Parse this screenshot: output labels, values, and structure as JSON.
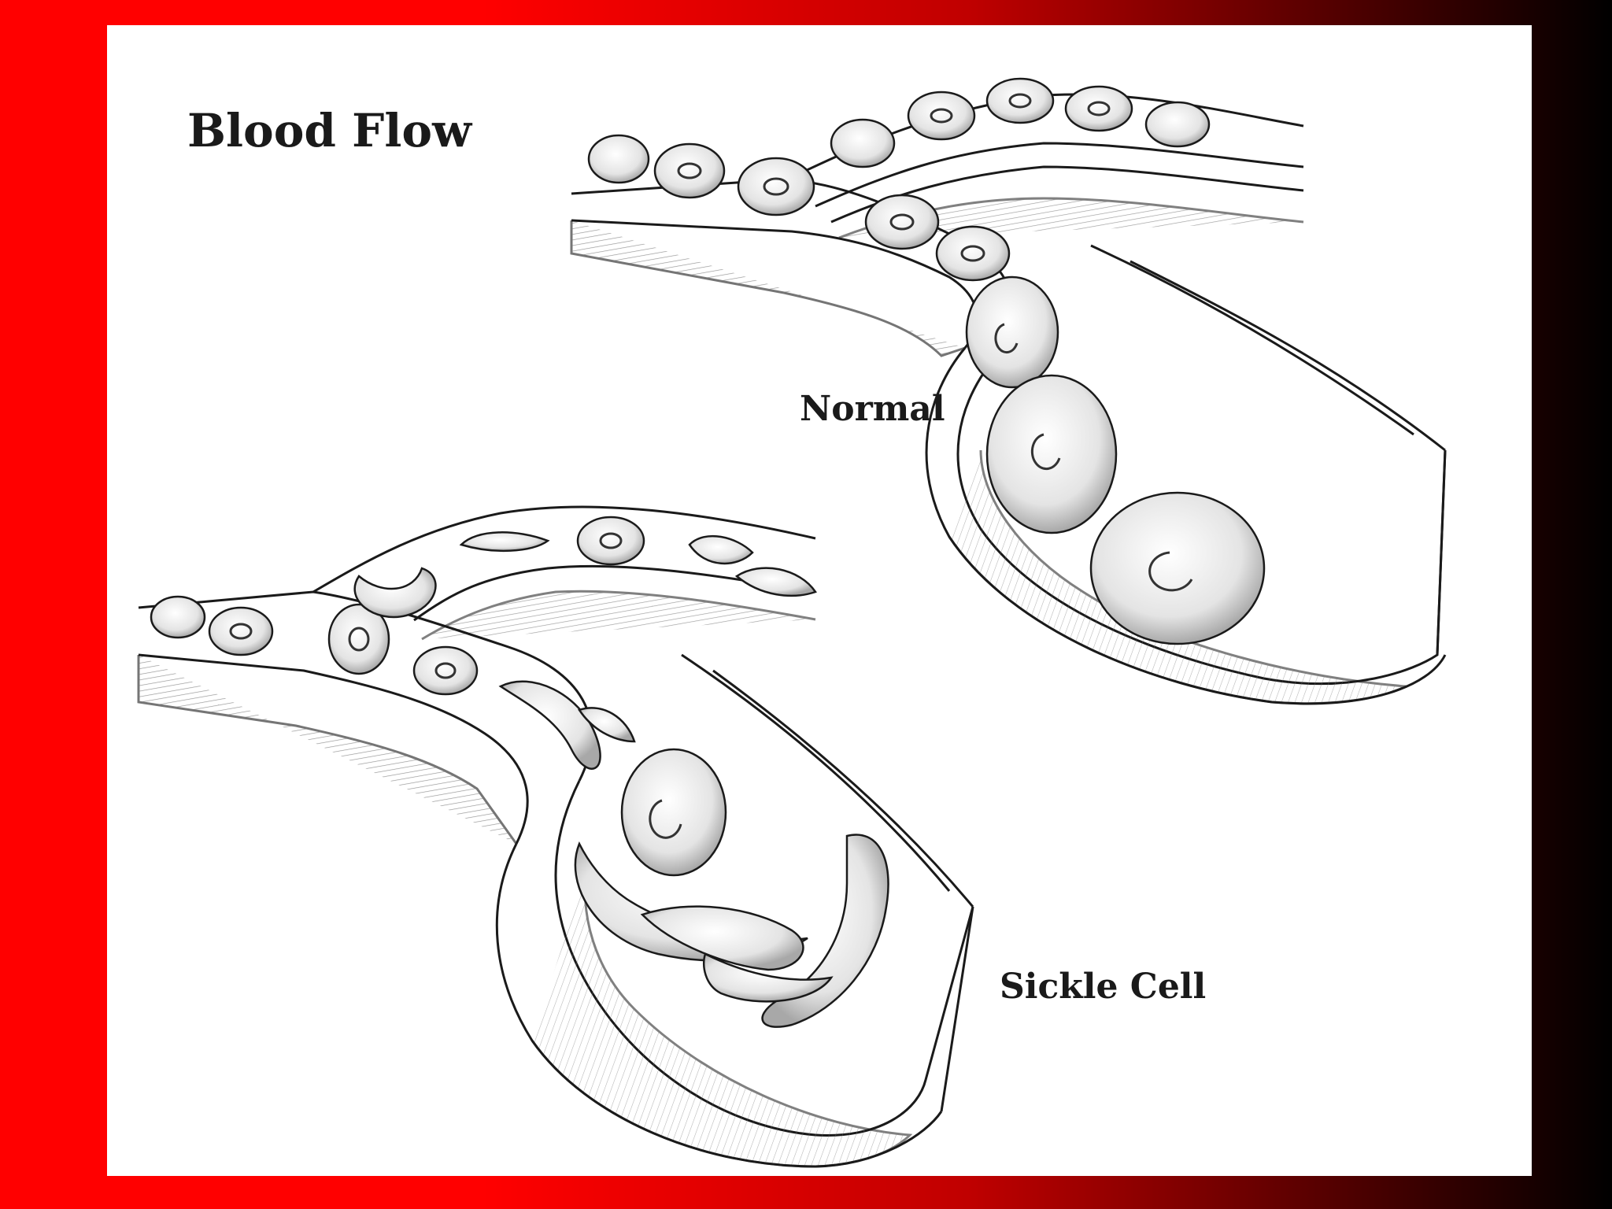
{
  "diagram": {
    "title": "Blood Flow",
    "labels": {
      "normal": "Normal",
      "sickle": "Sickle Cell"
    },
    "colors": {
      "background_left": "#ff0000",
      "background_right": "#000000",
      "panel": "#ffffff",
      "ink": "#1a1a1a"
    }
  }
}
